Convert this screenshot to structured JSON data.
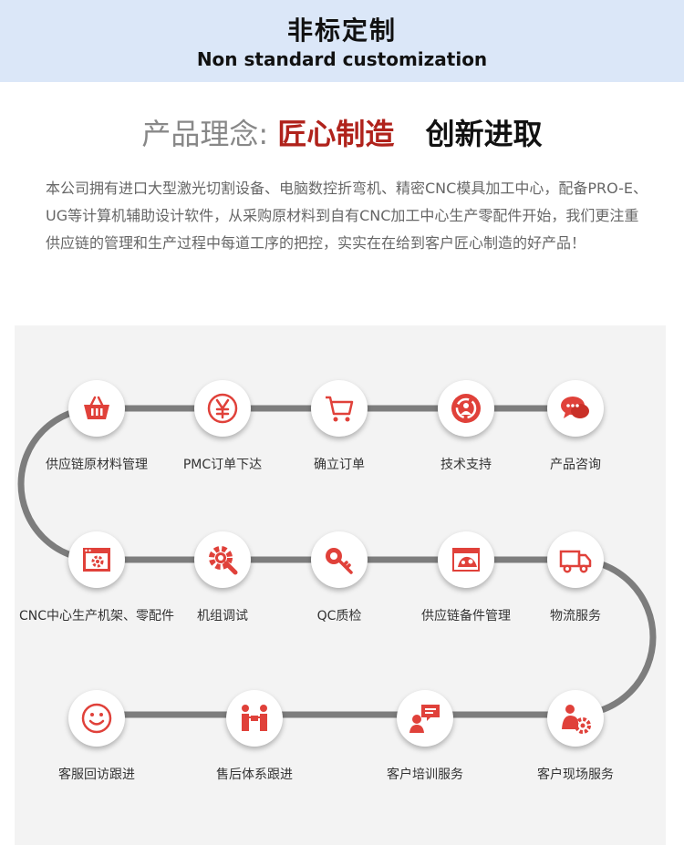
{
  "header": {
    "title": "非标定制",
    "subtitle": "Non standard customization"
  },
  "concept": {
    "label": "产品理念:",
    "highlight1": "匠心制造",
    "highlight2": "创新进取"
  },
  "description": "本公司拥有进口大型激光切割设备、电脑数控折弯机、精密CNC模具加工中心，配备PRO-E、UG等计算机辅助设计软件，从采购原材料到自有CNC加工中心生产零配件开始，我们更注重供应链的管理和生产过程中每道工序的把控，实实在在给到客户匠心制造的好产品！",
  "colors": {
    "accent": "#e0413a",
    "banner_bg": "#dbe7f8",
    "panel_bg": "#f3f3f3",
    "track": "#7d7d7d"
  },
  "steps": [
    {
      "label": "供应链原材料管理",
      "icon": "shopping-basket-icon"
    },
    {
      "label": "PMC订单下达",
      "icon": "yen-coin-icon"
    },
    {
      "label": "确立订单",
      "icon": "shopping-cart-icon"
    },
    {
      "label": "技术支持",
      "icon": "support-cycle-icon"
    },
    {
      "label": "产品咨询",
      "icon": "chat-bubbles-icon"
    },
    {
      "label": "CNC中心生产机架、零配件",
      "icon": "settings-window-icon"
    },
    {
      "label": "机组调试",
      "icon": "wrench-gear-icon"
    },
    {
      "label": "QC质检",
      "icon": "inspection-key-icon"
    },
    {
      "label": "供应链备件管理",
      "icon": "web-globe-icon"
    },
    {
      "label": "物流服务",
      "icon": "truck-icon"
    },
    {
      "label": "客户现场服务",
      "icon": "engineer-gear-icon"
    },
    {
      "label": "客户培训服务",
      "icon": "training-person-icon"
    },
    {
      "label": "售后体系跟进",
      "icon": "handover-people-icon"
    },
    {
      "label": "客服回访跟进",
      "icon": "smiley-icon"
    }
  ]
}
